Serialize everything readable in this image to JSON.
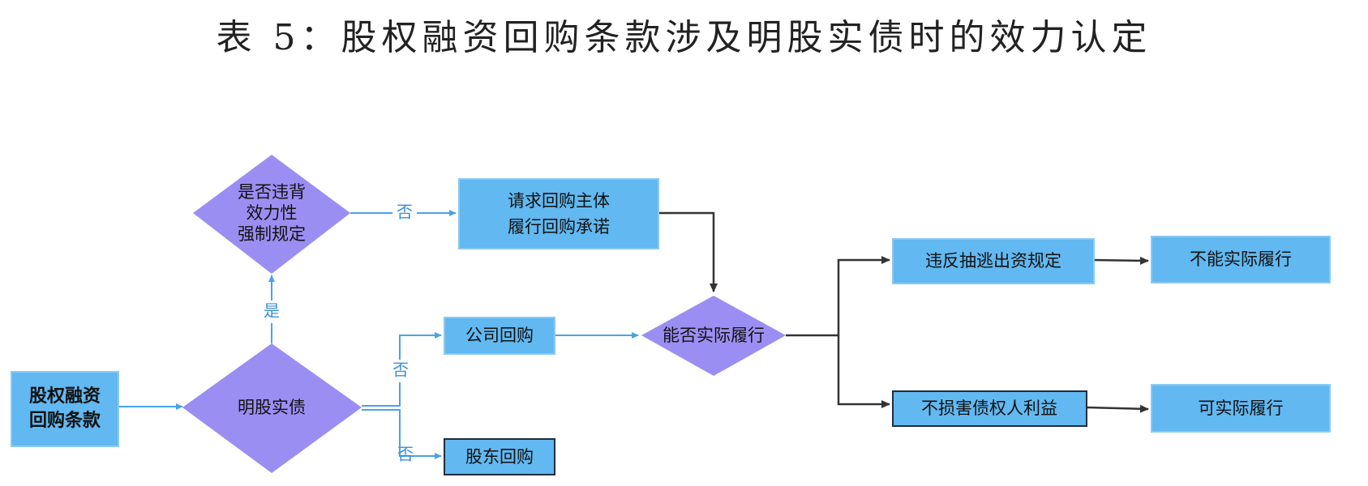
{
  "title": "表 5：股权融资回购条款涉及明股实债时的效力认定",
  "colors": {
    "box_fill": "#62b8f0",
    "box_border": "#8cc9f2",
    "diamond_fill": "#9b8ef2",
    "blue_line": "#4aa3e6",
    "dark_line": "#333333"
  },
  "nodes": {
    "start": [
      "股权融资",
      "回购条款"
    ],
    "decision_mingguo": [
      "明股实债"
    ],
    "decision_mandatory": [
      "是否违背",
      "效力性",
      "强制规定"
    ],
    "request_buyback": [
      "请求回购主体",
      "履行回购承诺"
    ],
    "company_buyback": [
      "公司回购"
    ],
    "shareholder_buyback": [
      "股东回购"
    ],
    "decision_perform": [
      "能否实际履行"
    ],
    "violate_capital": [
      "违反抽逃出资规定"
    ],
    "cannot_perform": [
      "不能实际履行"
    ],
    "no_harm": [
      "不损害债权人利益"
    ],
    "can_perform": [
      "可实际履行"
    ]
  },
  "edge_labels": {
    "yes_up": "是",
    "no_right": "否",
    "no_company": "否",
    "no_shareholder": "否"
  }
}
